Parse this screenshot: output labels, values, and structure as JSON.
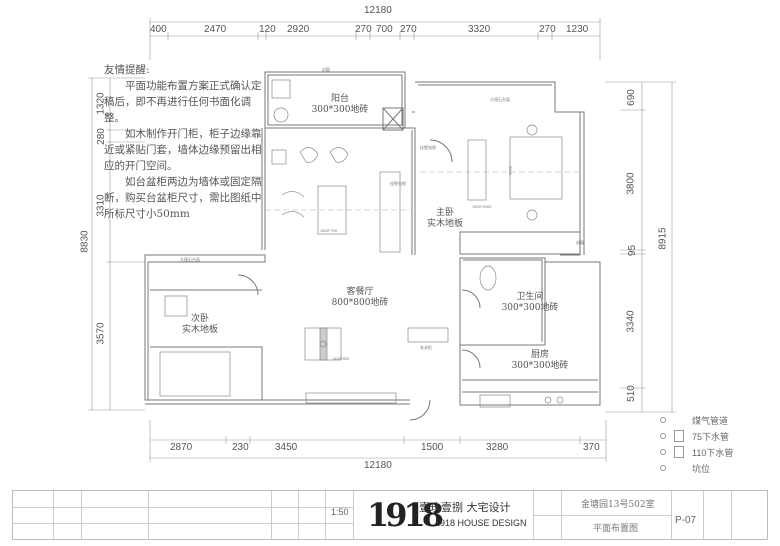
{
  "dimensions": {
    "top_total": "12180",
    "top": [
      "400",
      "2470",
      "120",
      "2920",
      "270",
      "700",
      "270",
      "3320",
      "270",
      "1230"
    ],
    "bottom": [
      "2870",
      "230",
      "3450",
      "1500",
      "3280",
      "370"
    ],
    "bottom_total": "12180",
    "left_total": "8830",
    "left": [
      "1320",
      "280",
      "3310",
      "3570"
    ],
    "right_total": "8915",
    "right": [
      "690",
      "3800",
      "95",
      "3340",
      "510"
    ]
  },
  "notes": {
    "title": "友情提醒:",
    "p1": "平面功能布置方案正式确认定稿后，即不再进行任何书面化调整。",
    "p2": "如木制作开门柜，柜子边缘靠近或紧贴门套，墙体边缘预留出相应的开门空间。",
    "p3": "如台盆柜两边为墙体或固定隔断，购买台盆柜尺寸，需比图纸中所标尺寸小50mm"
  },
  "rooms": {
    "balcony": {
      "name": "阳台",
      "floor": "300*300地砖"
    },
    "master": {
      "name": "主卧",
      "floor": "实木地板"
    },
    "living": {
      "name": "客餐厅",
      "floor": "800*800地砖"
    },
    "second": {
      "name": "次卧",
      "floor": "实木地板"
    },
    "bath": {
      "name": "卫生间",
      "floor": "300*300地砖"
    },
    "kitchen": {
      "name": "厨房",
      "floor": "300*300地砖"
    }
  },
  "annotations": {
    "window1": "封窗",
    "window2": "封窗",
    "sill1": "大理石台面",
    "sill2": "大理石台面",
    "bed": "1500*2000",
    "bed_len": "2000",
    "sofa": "1500*700",
    "table": "1400*800",
    "tv1": "挂壁电视",
    "tv2": "挂壁电视",
    "shoe": "玄关柜"
  },
  "legend": [
    {
      "icon": "dot",
      "label": "煤气管道"
    },
    {
      "icon": "box",
      "label": "75下水管"
    },
    {
      "icon": "box",
      "label": "110下水管"
    },
    {
      "icon": "dot",
      "label": "坑位"
    }
  ],
  "title_block": {
    "scale": "1:50",
    "logo": "1918",
    "company_cn": "壹玖壹捌  大宅设计",
    "company_en": "1918 HOUSE DESIGN",
    "project": "金塘园13号502室",
    "drawing": "平面布置图",
    "number": "P-07"
  }
}
